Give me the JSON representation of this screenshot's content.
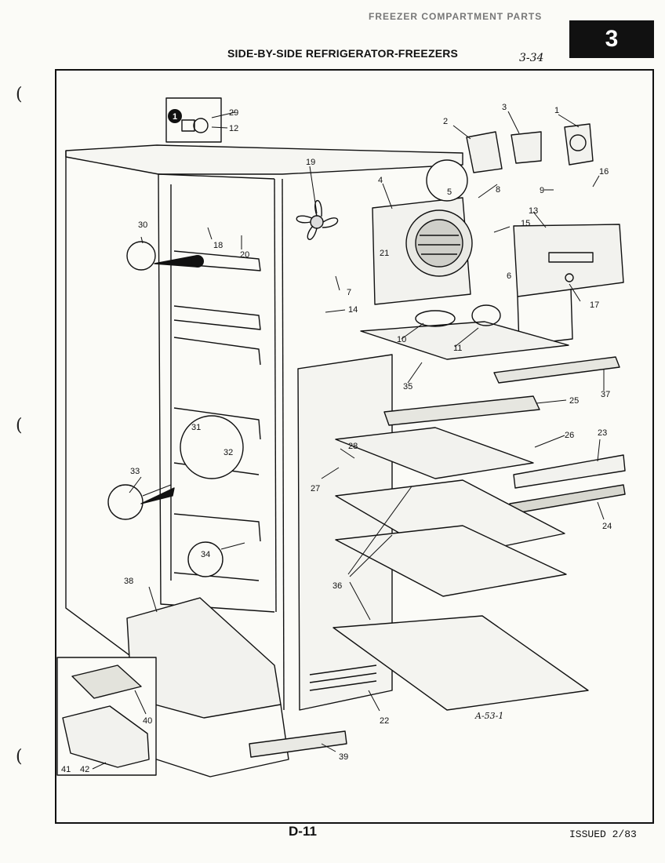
{
  "header": {
    "faint_title": "FREEZER COMPARTMENT PARTS",
    "title": "SIDE-BY-SIDE REFRIGERATOR-FREEZERS",
    "handwritten_ref": "3-34",
    "section_number": "3"
  },
  "diagram": {
    "inset_marker": "1",
    "catalog_ref": "A-53-1",
    "callouts": [
      "1",
      "2",
      "3",
      "4",
      "5",
      "6",
      "7",
      "8",
      "9",
      "10",
      "11",
      "12",
      "13",
      "14",
      "15",
      "16",
      "17",
      "18",
      "19",
      "20",
      "21",
      "22",
      "23",
      "24",
      "25",
      "26",
      "27",
      "28",
      "29",
      "30",
      "31",
      "32",
      "33",
      "34",
      "35",
      "36",
      "37",
      "38",
      "39",
      "40",
      "41",
      "42"
    ]
  },
  "footer": {
    "page_number": "D-11",
    "issued": "ISSUED 2/83"
  },
  "colors": {
    "ink": "#111111",
    "paper": "#fbfbf7",
    "part_fill": "#f2f2ee"
  }
}
